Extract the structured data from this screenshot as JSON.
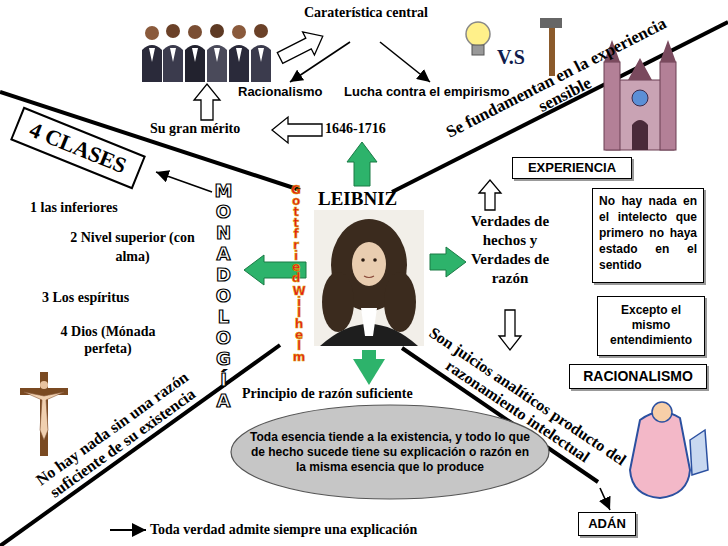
{
  "diagram": {
    "nodes": [
      {
        "text": [
          "4 CLASES"
        ]
      },
      {
        "text": [
          "EXPERIENCIA"
        ]
      },
      {
        "text": [
          "No hay nada en el intelecto que primero no haya estado en el sentido"
        ]
      },
      {
        "text": [
          "LEIBNIZ"
        ]
      },
      {
        "text": [
          "Excepto el mismo entendimiento"
        ]
      },
      {
        "text": [
          "RACIONALISMO"
        ]
      },
      {
        "text": [
          "Principio de razón suficiente",
          "Toda esencia tiende a la existencia, y todo lo que de hecho sucede tiene su explicación o razón en la misma esencia que lo produce"
        ]
      },
      {
        "text": [
          "ADÁN"
        ]
      }
    ],
    "edges": [
      {
        "from": 3,
        "to": 6,
        "arrow": "to"
      }
    ],
    "labels": [
      "Caraterística central",
      "V.S",
      "Racionalismo",
      "Lucha contra el empirismo",
      "Se fundamentan en la experiencia sensible",
      "Su gran mérito",
      "1646-1716",
      "MONADOLOGÍA",
      "Gottfried",
      "Wilhelm",
      "1 las inferiores",
      "Verdades de hechos y Verdades de razón",
      "2 Nivel superior (con alma)",
      "3 Los espíritus",
      "4 Dios (Mónada perfeta)",
      "Son juicios analíticos producto del razonamiento intelectual",
      "No hay nada sin una razón suficiente de su existencia",
      "Toda verdad admite siempre una explicación"
    ]
  }
}
